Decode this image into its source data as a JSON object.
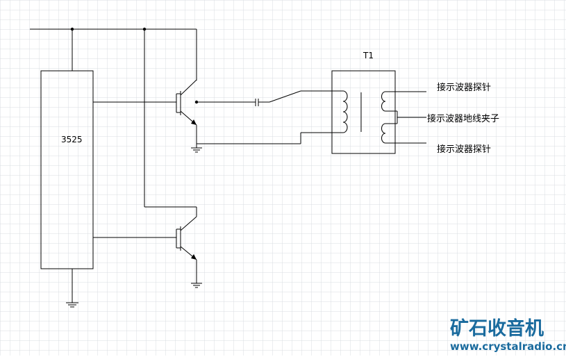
{
  "diagram": {
    "ic_label": "3525",
    "transformer_label": "T1",
    "outputs": {
      "top_label": "接示波器探针",
      "middle_label": "接示波器地线夹子",
      "bottom_label": "接示波器探针"
    }
  },
  "watermark": {
    "title": "矿石收音机",
    "url": "www.crystalradio.cn",
    "color": "#1a6b9e"
  },
  "colors": {
    "background": "#ffffff",
    "grid": "#d9dce2",
    "wire": "#000000"
  }
}
